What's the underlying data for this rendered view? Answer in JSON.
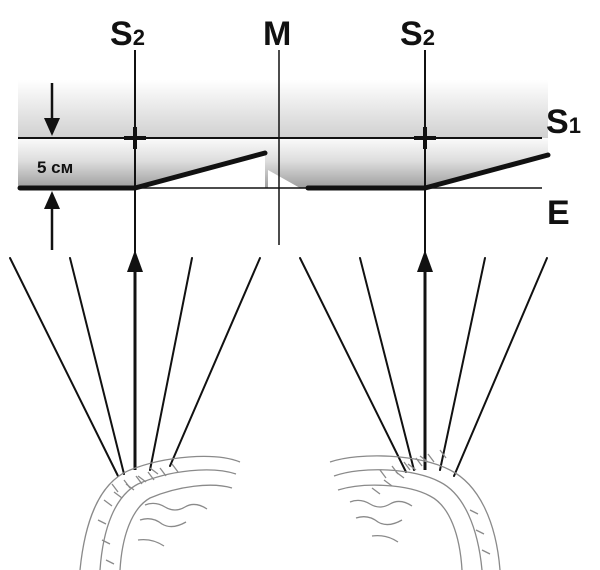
{
  "labels": {
    "s2_left": "S",
    "s2_left_sub": "2",
    "m": "M",
    "s2_right": "S",
    "s2_right_sub": "2",
    "s1": "S",
    "s1_sub": "1",
    "e": "E",
    "dimension": "5 см"
  },
  "colors": {
    "ink": "#111111",
    "band_light": "#f4f4f4",
    "band_dark": "#a9a9a9"
  }
}
